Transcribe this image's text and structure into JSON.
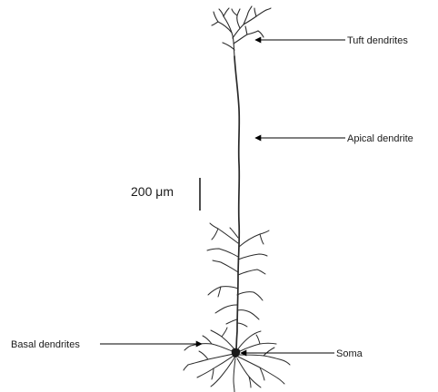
{
  "labels": {
    "tuft": "Tuft dendrites",
    "apical": "Apical dendrite",
    "basal": "Basal dendrites",
    "soma": "Soma",
    "scale": "200 μm"
  },
  "colors": {
    "ink": "#1a1a1a",
    "background": "#ffffff"
  }
}
